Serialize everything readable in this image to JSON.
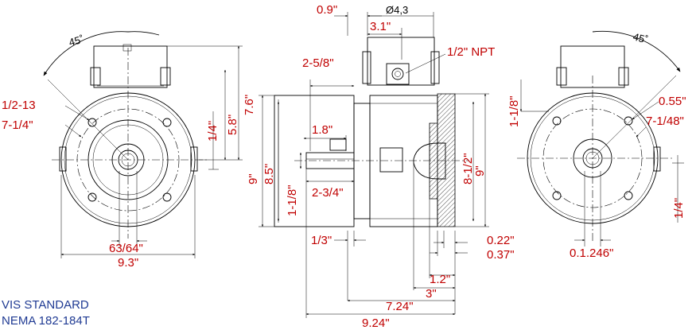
{
  "drawing": {
    "labels": {
      "top_09": "0.9\"",
      "dia43": "Ø4,3",
      "top_31": "3.1\"",
      "npt": "1/2\" NPT",
      "d258": "2-5/8\"",
      "d18": "1.8\"",
      "d2_34": "2-3/4\"",
      "d1_18_left": "1-1/8\"",
      "d13": "1/3\"",
      "d85": "8.5\"",
      "d9_mid": "9\"",
      "d8_12": "8-1/2\"",
      "d9_right": "9\"",
      "d022": "0.22\"",
      "d037": "0.37\"",
      "d12": "1.2\"",
      "d3": "3\"",
      "d724": "7.24\"",
      "d924": "9.24\"",
      "left_angle": "45˚",
      "left_12_13": "1/2-13",
      "left_7_14": "7-1/4\"",
      "left_14": "1/4\"",
      "left_58": "5.8\"",
      "left_76": "7.6\"",
      "left_6364": "63/64\"",
      "left_93": "9.3\"",
      "right_angle": "45˚",
      "right_1_18": "1-1/8\"",
      "right_055": "0.55\"",
      "right_7_148": "7-1/48\"",
      "right_14": "1/4\"",
      "right_1246": "0.1.246\""
    },
    "notes": {
      "line1": "VIS STANDARD",
      "line2": "NEMA 182-184T"
    },
    "colors": {
      "dimension_text": "#c00000",
      "note_text": "#1f3a93",
      "line": "#000000"
    }
  }
}
